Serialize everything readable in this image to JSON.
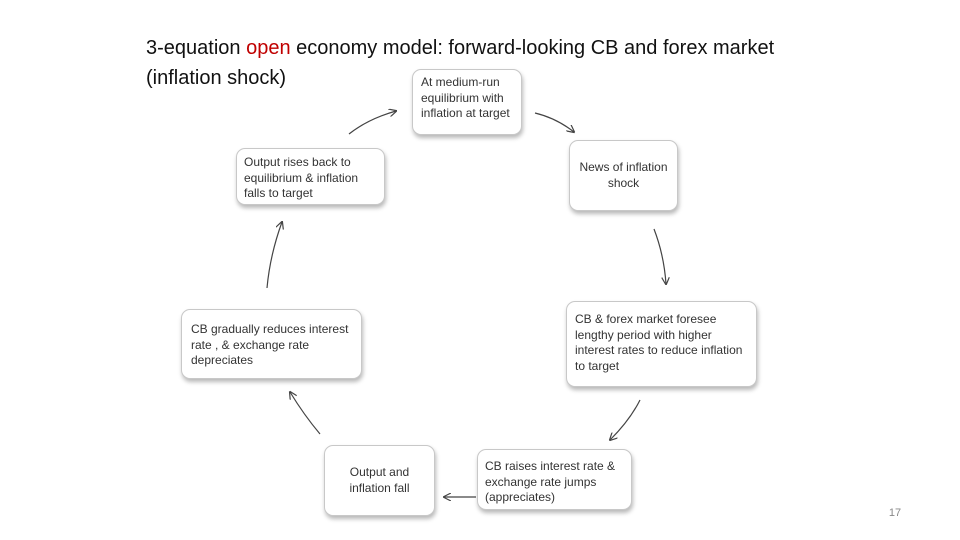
{
  "slide": {
    "title_prefix": "3-equation ",
    "title_highlight": "open",
    "title_suffix": " economy model: forward-looking CB and forex market (inflation shock)",
    "highlight_color": "#c00000",
    "page_number": "17"
  },
  "boxes": {
    "equilibrium": "At medium-run equilibrium with inflation at target",
    "news": "News of inflation shock",
    "foresee": "CB & forex market foresee lengthy period with higher interest rates to reduce inflation to target",
    "raises": "CB raises interest rate & exchange rate jumps (appreciates)",
    "fall": "Output and inflation fall",
    "reduces": "CB gradually reduces interest rate , & exchange rate depreciates",
    "rises": "Output rises back to equilibrium & inflation falls to target"
  }
}
